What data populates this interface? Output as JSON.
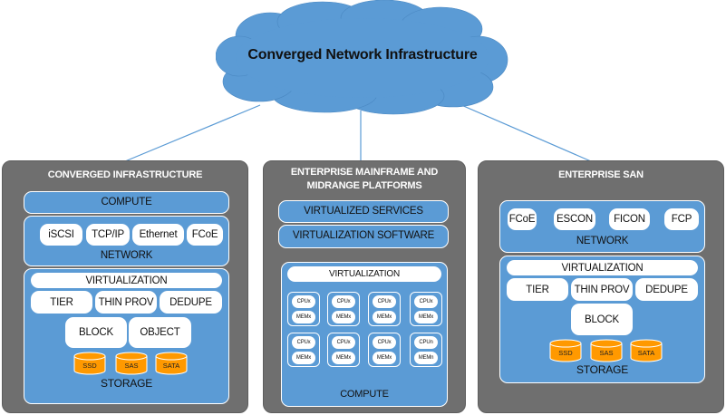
{
  "cloud": {
    "title": "Converged Network Infrastructure"
  },
  "colors": {
    "panel_gray": "#6f6f6f",
    "box_blue": "#5b9bd5",
    "pill_white": "#ffffff",
    "disk_orange": "#ff9900",
    "connector_blue": "#5b9bd5"
  },
  "panels": {
    "converged": {
      "title": "CONVERGED INFRASTRUCTURE",
      "compute_label": "COMPUTE",
      "network": {
        "label": "NETWORK",
        "protocols": [
          "iSCSI",
          "TCP/IP",
          "Ethernet",
          "FCoE"
        ]
      },
      "storage": {
        "virtualization": "VIRTUALIZATION",
        "features": [
          "TIER",
          "THIN PROV",
          "DEDUPE"
        ],
        "types": [
          "BLOCK",
          "OBJECT"
        ],
        "disks": [
          "SSD",
          "SAS",
          "SATA"
        ],
        "label": "STORAGE"
      }
    },
    "mainframe": {
      "title_line1": "ENTERPRISE MAINFRAME AND",
      "title_line2": "MIDRANGE PLATFORMS",
      "virtualized_services": "VIRTUALIZED SERVICES",
      "virtualization_software": "VIRTUALIZATION SOFTWARE",
      "compute": {
        "virtualization": "VIRTUALIZATION",
        "label": "COMPUTE",
        "cells": [
          {
            "cpu": "CPUx",
            "mem": "MEMx"
          },
          {
            "cpu": "CPUx",
            "mem": "MEMx"
          },
          {
            "cpu": "CPUx",
            "mem": "MEMx"
          },
          {
            "cpu": "CPUx",
            "mem": "MEMx"
          },
          {
            "cpu": "CPUx",
            "mem": "MEMx"
          },
          {
            "cpu": "CPUx",
            "mem": "MEMx"
          },
          {
            "cpu": "CPUx",
            "mem": "MEMx"
          },
          {
            "cpu": "CPUn",
            "mem": "MEMn"
          }
        ]
      }
    },
    "san": {
      "title": "ENTERPRISE SAN",
      "network": {
        "label": "NETWORK",
        "protocols": [
          "FCoE",
          "ESCON",
          "FICON",
          "FCP"
        ]
      },
      "storage": {
        "virtualization": "VIRTUALIZATION",
        "features": [
          "TIER",
          "THIN PROV",
          "DEDUPE"
        ],
        "types": [
          "BLOCK"
        ],
        "disks": [
          "SSD",
          "SAS",
          "SATA"
        ],
        "label": "STORAGE"
      }
    }
  }
}
